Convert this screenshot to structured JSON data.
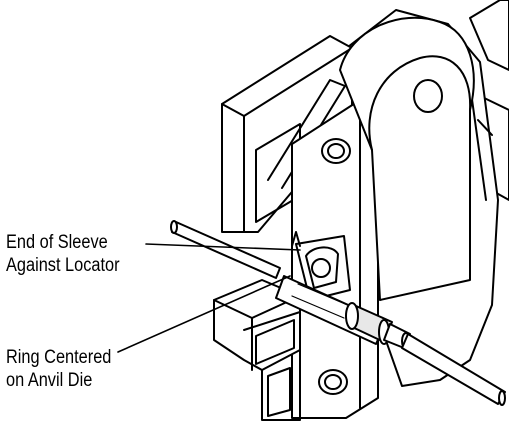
{
  "callouts": {
    "sleeve": {
      "line1": "End of Sleeve",
      "line2": "Against Locator"
    },
    "ring": {
      "line1": "Ring Centered",
      "line2": "on Anvil Die"
    }
  },
  "colors": {
    "ink": "#000000",
    "paper": "#ffffff",
    "shade": "#e8e8e8"
  }
}
